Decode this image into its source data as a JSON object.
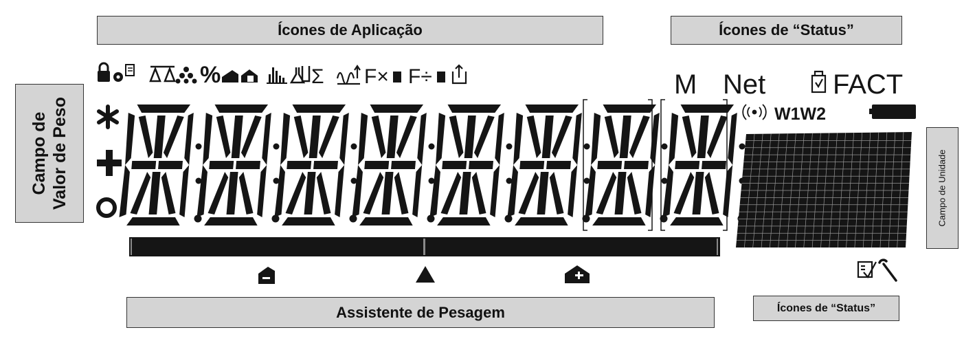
{
  "labels": {
    "application_icons": "Ícones de Aplicação",
    "status_icons_top": "Ícones de “Status”",
    "weight_value_field_line1": "Campo de",
    "weight_value_field_line2": "Valor de Peso",
    "unit_field": "Campo de Unidade",
    "weighing_assistant": "Assistente de Pesagem",
    "status_icons_bottom": "Ícones de “Status”"
  },
  "application_icon_row": {
    "percent": "%",
    "sigma": "Σ",
    "f_times": "F×",
    "f_divide": "F÷"
  },
  "status_indicators": {
    "memory": "M",
    "net": "Net",
    "fact": "FACT",
    "scale_w1w2": "W1W2"
  },
  "display": {
    "digit_count": 8,
    "bracketed_digits": 2
  },
  "colors": {
    "lcd_ink": "#151515",
    "label_box_fill": "#d4d4d4",
    "label_box_border": "#333333"
  }
}
